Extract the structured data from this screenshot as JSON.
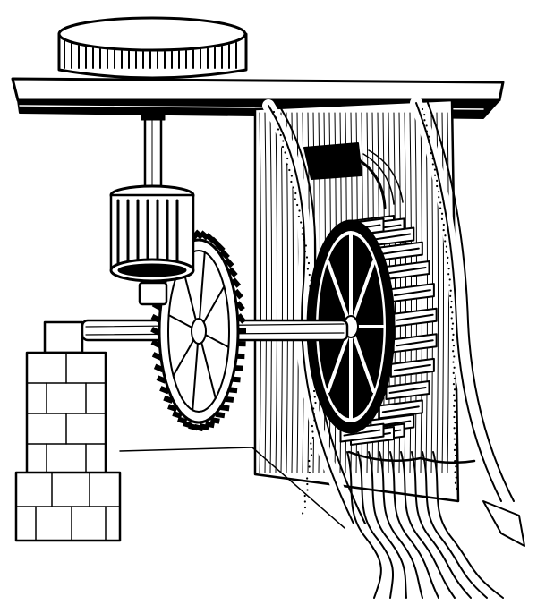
{
  "illustration": {
    "ink_color": "#000000",
    "paper_color": "#ffffff",
    "parts": [
      "millstone",
      "mill-floor-beam",
      "lantern-pinion",
      "vertical-shaft",
      "spur-gear-wheel",
      "horizontal-axle",
      "water-wheel",
      "wheel-paddles",
      "water-flume",
      "stone-pier",
      "timber-wall",
      "tailrace-water"
    ]
  }
}
